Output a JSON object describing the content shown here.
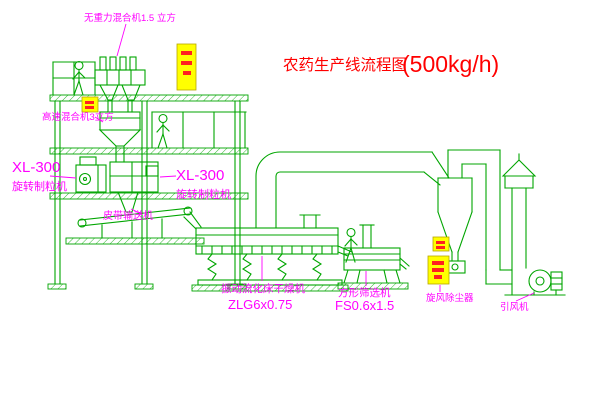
{
  "title": {
    "main": "农药生产线流程图",
    "capacity": "(500kg/h)"
  },
  "equipment_labels": {
    "gravity_mixer": "无重力混合机1.5 立方",
    "high_speed_mixer": "高速混合机3立方",
    "granulator_left": {
      "model": "XL-300",
      "name": "旋转制粒机"
    },
    "granulator_right": {
      "model": "XL-300",
      "name": "旋转制粒机"
    },
    "belt_conveyor": "皮带输送机",
    "fluid_bed_dryer": {
      "name": "振动流化床干燥机",
      "model": "ZLG6x0.75"
    },
    "square_sieve": {
      "name": "方形筛选机",
      "model": "FS0.6x1.5"
    },
    "cyclone_dust_collector": "旋风除尘器",
    "induced_draft_fan": "引风机"
  },
  "colors": {
    "drawing_line": "#00a500",
    "label_text": "#ff00ff",
    "title_text": "#ff0000",
    "control_panel_fill": "#ffff00",
    "control_panel_marks": "#ff0000",
    "background": "#ffffff"
  }
}
